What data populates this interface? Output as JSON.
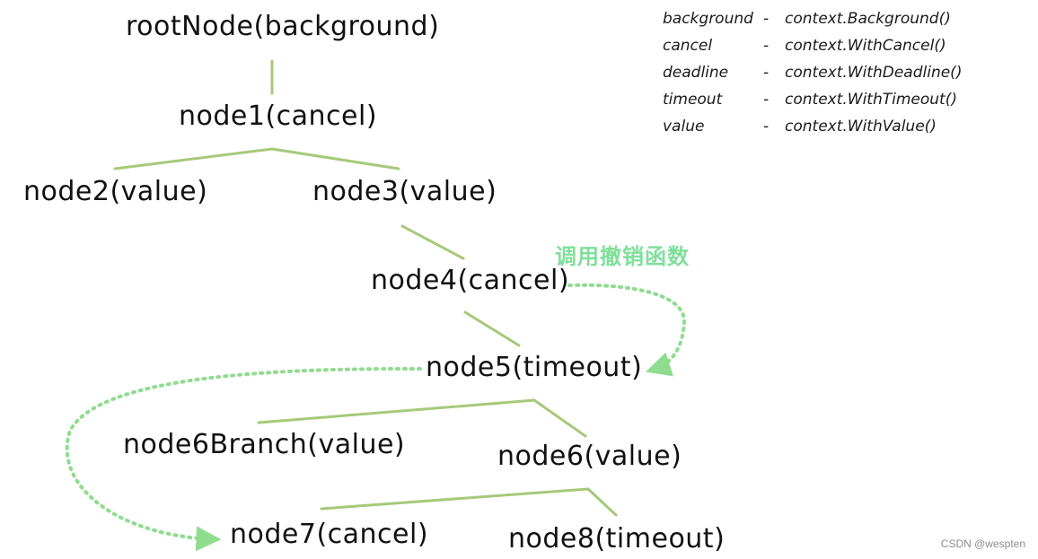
{
  "colors": {
    "edge": "#a6c97a",
    "arrow": "#8fdc8f",
    "annotation": "#7fdf9a",
    "text": "#111111"
  },
  "nodes": {
    "root": "rootNode(background)",
    "node1": "node1(cancel)",
    "node2": "node2(value)",
    "node3": "node3(value)",
    "node4": "node4(cancel)",
    "node5": "node5(timeout)",
    "node6branch": "node6Branch(value)",
    "node6": "node6(value)",
    "node7": "node7(cancel)",
    "node8": "node8(timeout)"
  },
  "legend": [
    {
      "key": "background",
      "sep": "-",
      "value": "context.Background()"
    },
    {
      "key": "cancel",
      "sep": "-",
      "value": "context.WithCancel()"
    },
    {
      "key": "deadline",
      "sep": "-",
      "value": "context.WithDeadline()"
    },
    {
      "key": "timeout",
      "sep": "-",
      "value": "context.WithTimeout()"
    },
    {
      "key": "value",
      "sep": "-",
      "value": "context.WithValue()"
    }
  ],
  "annotation": "调用撤销函数",
  "watermark": "CSDN @wespten"
}
